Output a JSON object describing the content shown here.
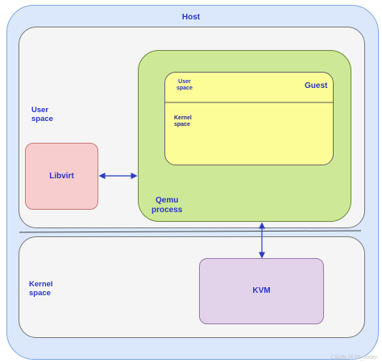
{
  "host": {
    "label": "Host"
  },
  "user_space": {
    "label": "User\nspace"
  },
  "kernel_space": {
    "label": "Kernel\nspace"
  },
  "qemu": {
    "label": "Qemu\nprocess"
  },
  "guest": {
    "label": "Guest",
    "user_space_label": "User\nspace",
    "kernel_space_label": "Kernel\nspace"
  },
  "libvirt": {
    "label": "Libvirt"
  },
  "kvm": {
    "label": "KVM"
  },
  "watermark": "CSDN @79_coder",
  "colors": {
    "host_fill": "#dbe8fb",
    "qemu_fill": "#cde896",
    "guest_fill": "#fdfd98",
    "libvirt_fill": "#f7cdcd",
    "kvm_fill": "#e3d3ea",
    "text": "#2b35c9",
    "connector": "#2a3cc7"
  }
}
